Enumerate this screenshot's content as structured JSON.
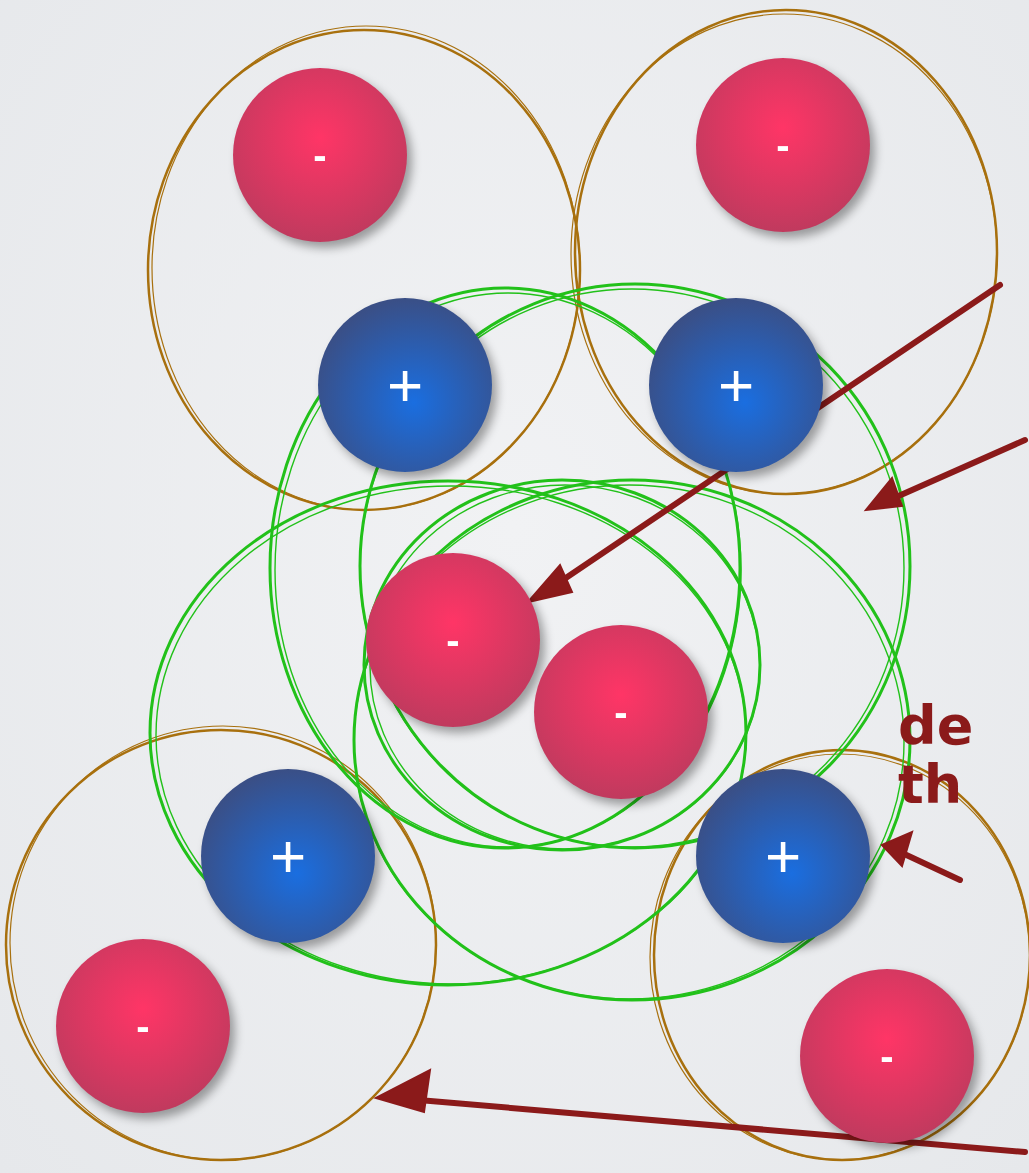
{
  "diagram": {
    "nodes": [
      {
        "text": [
          "-"
        ]
      },
      {
        "text": [
          "-"
        ]
      },
      {
        "text": [
          "+"
        ]
      },
      {
        "text": [
          "+"
        ]
      },
      {
        "text": [
          "-"
        ]
      },
      {
        "text": [
          "-"
        ]
      },
      {
        "text": [
          "+"
        ]
      },
      {
        "text": [
          "+"
        ]
      },
      {
        "text": [
          "-"
        ]
      },
      {
        "text": [
          "-"
        ]
      }
    ],
    "labels": [
      "de th"
    ]
  }
}
